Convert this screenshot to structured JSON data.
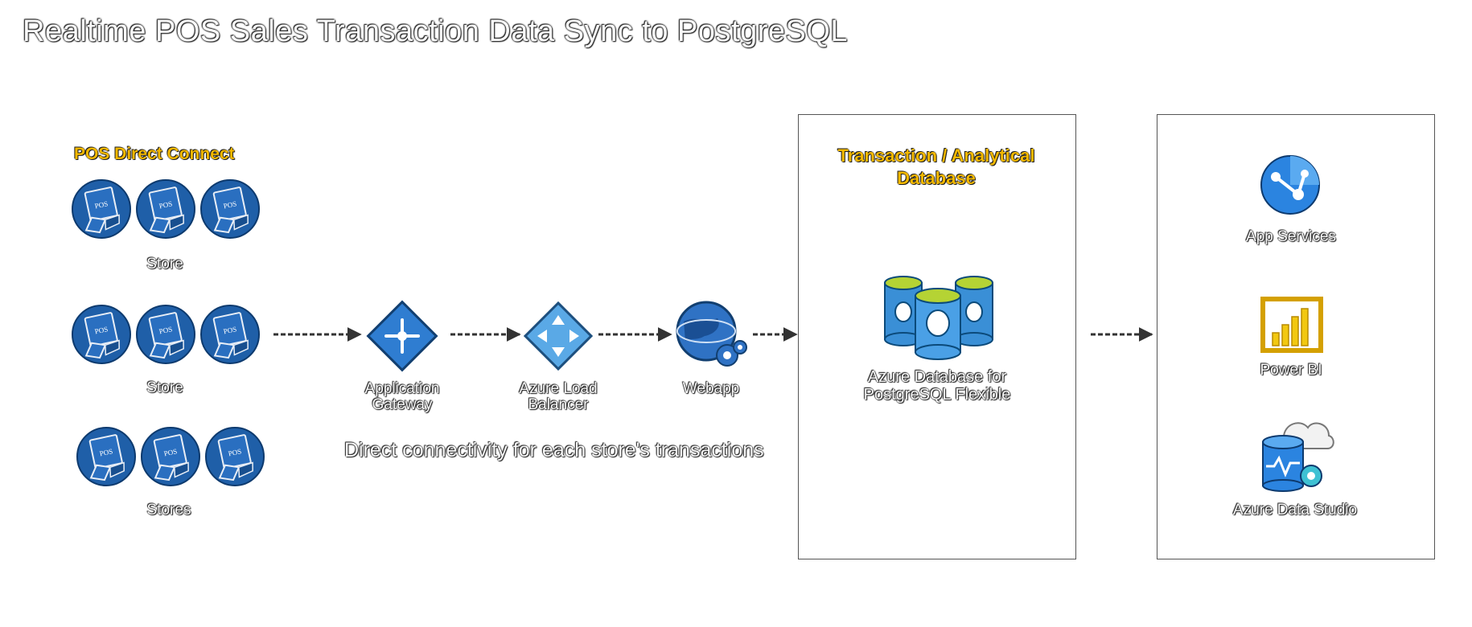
{
  "title": "Realtime POS Sales Transaction Data Sync to PostgreSQL",
  "pos_section": {
    "heading": "POS Direct Connect",
    "stores": [
      {
        "label": "Store"
      },
      {
        "label": "Store"
      },
      {
        "label": "Stores"
      }
    ]
  },
  "flow_nodes": [
    {
      "label_line1": "Application",
      "label_line2": "Gateway",
      "icon": "application-gateway-icon"
    },
    {
      "label_line1": "Azure Load",
      "label_line2": "Balancer",
      "icon": "load-balancer-icon"
    },
    {
      "label_line1": "Webapp",
      "label_line2": "",
      "icon": "web-app-globe-gears-icon"
    }
  ],
  "connectivity_note": "Direct connectivity for each store's transactions",
  "database_box": {
    "heading_line1": "Transaction / Analytical",
    "heading_line2": "Database",
    "db_label_line1": "Azure Database for",
    "db_label_line2": "PostgreSQL Flexible",
    "icon": "postgresql-databases-icon"
  },
  "consumers": [
    {
      "label": "App Services",
      "icon": "app-services-icon"
    },
    {
      "label": "Power BI",
      "icon": "power-bi-icon"
    },
    {
      "label": "Azure Data Studio",
      "icon": "azure-data-studio-icon"
    }
  ],
  "colors": {
    "pos_blue": "#1f5fa8",
    "gateway_blue": "#2f7dd1",
    "lb_blue": "#5aa9e6",
    "pg_green": "#b5d334",
    "pbi_gold": "#f2c811",
    "heading_gold": "#f3b800"
  }
}
